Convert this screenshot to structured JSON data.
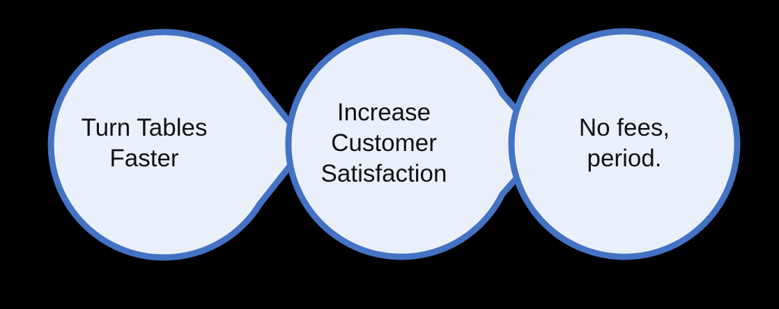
{
  "colors": {
    "background": "#000000",
    "circle_fill": "#EAF0FA",
    "circle_stroke": "#4472C4",
    "text": "#111111"
  },
  "steps": [
    {
      "lines": [
        "Turn Tables",
        "Faster"
      ]
    },
    {
      "lines": [
        "Increase",
        "Customer",
        "Satisfaction"
      ]
    },
    {
      "lines": [
        "No fees,",
        "period."
      ]
    }
  ]
}
